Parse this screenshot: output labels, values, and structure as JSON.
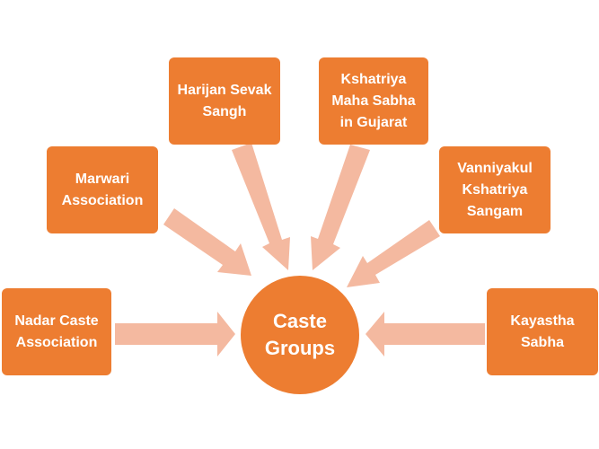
{
  "center": {
    "label": "Caste\nGroups"
  },
  "groups": {
    "harijan": "Harijan Sevak\nSangh",
    "kshatriya": "Kshatriya\nMaha Sabha\nin Gujarat",
    "marwari": "Marwari\nAssociation",
    "vanniyakul": "Vanniyakul\nKshatriya\nSangam",
    "nadar": "Nadar Caste\nAssociation",
    "kayastha": "Kayastha\nSabha"
  },
  "colors": {
    "box": "#ED7D31",
    "arrow": "#F4B9A0",
    "text": "#FFFFFF"
  }
}
